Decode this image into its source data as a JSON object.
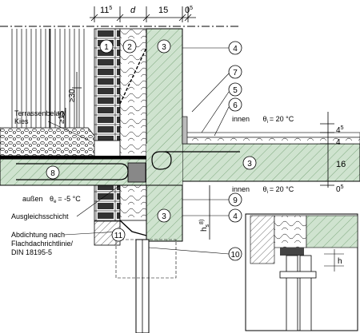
{
  "dimensions": {
    "d1": "11",
    "d1_sup": "5",
    "d2": "d",
    "d3": "15",
    "d4": "0",
    "d4_sup": "5",
    "gte30": "≥30",
    "gte15": "≥15",
    "r1": "4",
    "r1_sup": "5",
    "r2": "4",
    "r3": "16",
    "r4": "0",
    "r4_sup": "5",
    "hs": "h",
    "hs_sub": "s",
    "hs_sup": "8)",
    "h": "h"
  },
  "labels": {
    "terrace": "Terrassenbelag/",
    "kies": "Kies",
    "aussen": "außen",
    "theta_e": "θ",
    "theta_e_sub": "e",
    "theta_e_val": "= -5 °C",
    "innen1": "innen",
    "theta_i1": "θ",
    "theta_i1_sub": "i",
    "theta_i1_val": "= 20 °C",
    "innen2": "innen",
    "theta_i2": "θ",
    "theta_i2_sub": "i",
    "theta_i2_val": "= 20 °C",
    "ausgleich": "Ausgleichsschicht",
    "abdichtung1": "Abdichtung nach",
    "abdichtung2": "Flachdachrichtlinie/",
    "abdichtung3": "DIN 18195-5"
  },
  "markers": [
    "1",
    "2",
    "3",
    "3",
    "3",
    "4",
    "4",
    "5",
    "6",
    "7",
    "8",
    "9",
    "10",
    "11"
  ],
  "colors": {
    "concrete": "#cfe3cf",
    "insulation": "#ffffff",
    "line": "#000000"
  }
}
